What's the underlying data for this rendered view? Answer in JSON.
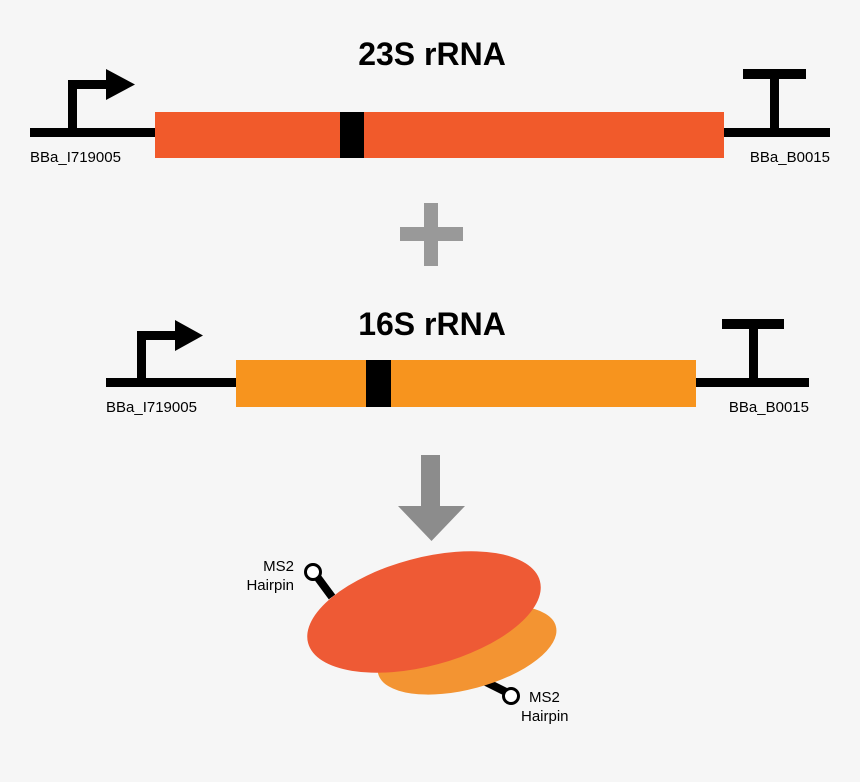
{
  "construct_23s": {
    "title": "23S rRNA",
    "promoter_label": "BBa_I719005",
    "terminator_label": "BBa_B0015",
    "gene_color": "#f15a2b"
  },
  "construct_16s": {
    "title": "16S rRNA",
    "promoter_label": "BBa_I719005",
    "terminator_label": "BBa_B0015",
    "gene_color": "#f7941e"
  },
  "operator_plus_color": "#999999",
  "result_arrow_color": "#8c8c8c",
  "ribosome": {
    "large_subunit_color": "#ee5a35",
    "small_subunit_color": "#f39432",
    "hairpin_top": {
      "line1": "MS2",
      "line2": "Hairpin"
    },
    "hairpin_bottom": {
      "line1": "MS2",
      "line2": "Hairpin"
    }
  }
}
